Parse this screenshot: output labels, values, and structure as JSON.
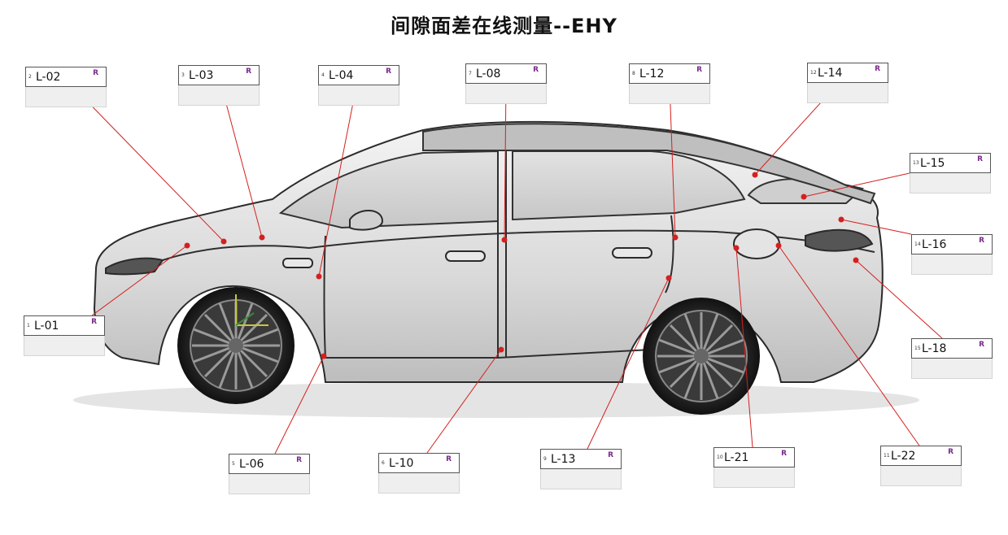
{
  "title": "间隙面差在线测量--EHY",
  "colors": {
    "leader": "#d42020",
    "marker": "#d42020",
    "callout_flag": "#7a2a8c"
  },
  "callouts": [
    {
      "num": "1",
      "label": "L-01",
      "flag": "R"
    },
    {
      "num": "2",
      "label": "L-02",
      "flag": "R"
    },
    {
      "num": "3",
      "label": "L-03",
      "flag": "R"
    },
    {
      "num": "4",
      "label": "L-04",
      "flag": "R"
    },
    {
      "num": "7",
      "label": "L-08",
      "flag": "R"
    },
    {
      "num": "8",
      "label": "L-12",
      "flag": "R"
    },
    {
      "num": "12",
      "label": "L-14",
      "flag": "R"
    },
    {
      "num": "13",
      "label": "L-15",
      "flag": "R"
    },
    {
      "num": "14",
      "label": "L-16",
      "flag": "R"
    },
    {
      "num": "15",
      "label": "L-18",
      "flag": "R"
    },
    {
      "num": "5",
      "label": "L-06",
      "flag": "R"
    },
    {
      "num": "6",
      "label": "L-10",
      "flag": "R"
    },
    {
      "num": "9",
      "label": "L-13",
      "flag": "R"
    },
    {
      "num": "10",
      "label": "L-21",
      "flag": "R"
    },
    {
      "num": "11",
      "label": "L-22",
      "flag": "R"
    }
  ]
}
